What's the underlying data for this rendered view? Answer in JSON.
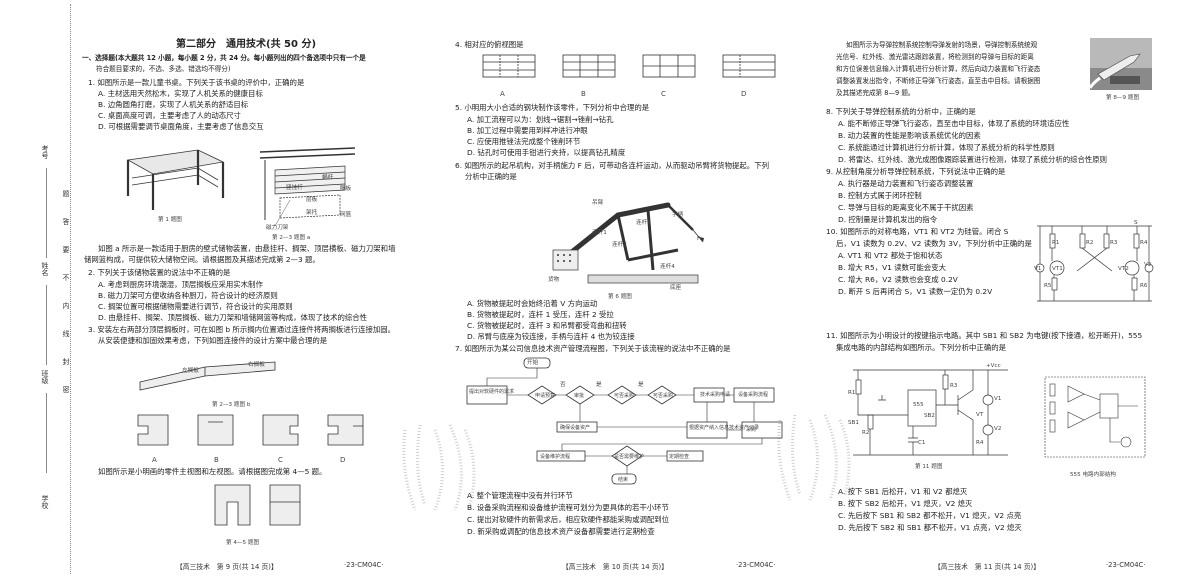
{
  "binding_margin": {
    "labels": [
      "考号",
      "姓名",
      "班级",
      "学校"
    ],
    "seal_chars": [
      "题",
      "答",
      "要",
      "不",
      "内",
      "线",
      "封",
      "密"
    ]
  },
  "col1": {
    "heading": "第二部分　通用技术(共 50 分)",
    "section": "一、选择题(本大题共 12 小题，每小题 2 分，共 24 分。每小题列出的四个备选项中只有一个是",
    "section2": "符合题目要求的，不选、多选、错选均不得分)",
    "q1": "1. 如图所示是一款儿童书桌。下列关于该书桌的评价中，正确的是",
    "q1_opts": [
      "A. 主材选用天然松木，实现了人机关系的健康目标",
      "B. 边角圆角打磨，实现了人机关系的舒适目标",
      "C. 桌面高度可调，主要考虑了人的动态尺寸",
      "D. 可根据需要调节桌面角度，主要考虑了信息交互"
    ],
    "fig1_cap": "第 1 题图",
    "fig23_cap": "第 2—3 题图 a",
    "fig23_labels": [
      "磁力刀架",
      "竖挂杆",
      "蜗杆",
      "隔板",
      "层板",
      "架托",
      "网篮"
    ],
    "intro23a": "如图 a 所示是一款适用于厨房的壁式储物装置，由悬挂杆、搁架、顶层横板、磁力刀架和墙",
    "intro23b": "储网篮构成，可提供较大储物空间。请根据图及其描述完成第 2—3 题。",
    "q2": "2. 下列关于该储物装置的说法中不正确的是",
    "q2_opts": [
      "A. 考虑到厨房环境潮湿，顶层搁板应采用实木制作",
      "B. 磁力刀架可方便收纳各种厨刀，符合设计的经济原则",
      "C. 搁架位置可根据储物需要进行调节，符合设计的实用原则",
      "D. 由悬挂杆、搁架、顶层搁板、磁力刀架和墙储网篮等构成，体现了技术的综合性"
    ],
    "q3a": "3. 安装左右两部分顶层搁板时，可在如图 b 所示搁内位置通过连接件将两搁板进行连接加固。",
    "q3b": "从安装便捷和加固效果考虑，下列如图连接件的设计方案中最合理的是",
    "fig3_labels": [
      "左搁板",
      "右搁板"
    ],
    "fig3_cap": "第 2—3 题图 b",
    "q3_letters": [
      "A",
      "B",
      "C",
      "D"
    ],
    "intro45": "如图所示是小明画的零件主视图和左视图。请根据图完成第 4—5 题。",
    "fig45_cap": "第 4—5 题图",
    "footer": "【高三技术　第 9 页(共 14 页)】",
    "code": "·23-CM04C·"
  },
  "col2": {
    "q4": "4. 相对应的俯视图是",
    "q4_letters": [
      "A",
      "B",
      "C",
      "D"
    ],
    "q5": "5. 小明用大小合适的钢块制作该零件，下列分析中合理的是",
    "q5_opts": [
      "A. 加工流程可以为：划线→锯割→锉削→钻孔",
      "B. 加工过程中需要用到样冲进行冲眼",
      "C. 应使用推锉法完成整个锉削环节",
      "D. 钻孔时可使用手钳进行夹持，以提高钻孔精度"
    ],
    "q6a": "6. 如图所示的起吊机构，对手柄施力 F 后，可带动各连杆运动，从而驱动吊臂将货物提起。下列",
    "q6b": "分析中正确的是",
    "fig6_labels": [
      "吊臂",
      "连杆1",
      "连杆2",
      "连杆3",
      "连杆4",
      "手柄",
      "货物",
      "底座",
      "F"
    ],
    "fig6_cap": "第 6 题图",
    "q6_opts": [
      "A. 货物被提起时会始终沿着 V 方向运动",
      "B. 货物被提起时，连杆 1 受压，连杆 2 受拉",
      "C. 货物被提起时，连杆 3 和吊臂都受弯曲和扭转",
      "D. 吊臂与底座为铰连接，手柄与连杆 4 也为铰连接"
    ],
    "q7": "7. 如图所示为某公司信息技术资产管理流程图，下列关于该流程的说法中不正确的是",
    "flow": {
      "start": "开始",
      "n1": "提出对软硬件的需求",
      "n2": "申请预算",
      "n3": "审批",
      "n4": "可否采购",
      "n5": "可否采购",
      "n6": "采购",
      "n7": "技术采购申请",
      "n8": "设备采购流程",
      "n9": "确保设备资产",
      "n10": "根据资产纳入信息技术资产记录",
      "n11": "设备维护流程",
      "n12": "是否需要维护",
      "n13": "定期检查",
      "end": "结束",
      "yes": "是",
      "no": "否"
    },
    "q7_opts": [
      "A. 整个管理流程中没有并行环节",
      "B. 设备采购流程和设备维护流程可划分为更具体的若干小环节",
      "C. 提出对软硬件的新需求后，相应软硬件都能采购或调配到位",
      "D. 新采购或调配的信息技术资产设备都需要进行定期检查"
    ],
    "footer": "【高三技术　第 10 页(共 14 页)】",
    "code": "·23-CM04C·"
  },
  "col3": {
    "intro": [
      "如图所示为导弹控制系统控制导弹发射的场景，导弹控制系统统观",
      "光信号、红外线、激光雷达跟踪装置，将检测到的导弹与目标的距离",
      "和方位误差信息输入计算机进行分析计算，然后向动力装置和飞行姿态",
      "调整装置发出指令，不断修正导弹飞行姿态，直至击中目标。请根据图",
      "及其描述完成第 8—9 题。"
    ],
    "fig89_cap": "第 8—9 题图",
    "q8": "8. 下列关于导弹控制系统的分析中，正确的是",
    "q8_opts": [
      "A. 能不断修正导弹飞行姿态，直至击中目标，体现了系统的环境适应性",
      "B. 动力装置的性能是影响该系统优化的因素",
      "C. 系统能通过计算机进行分析计算，体现了系统分析的科学性原则",
      "D. 将雷达、红外线、激光成图像跟踪装置进行检测，体现了系统分析的综合性原则"
    ],
    "q9": "9. 从控制角度分析导弹控制系统，下列说法中正确的是",
    "q9_opts": [
      "A. 执行器是动力装置和飞行姿态调整装置",
      "B. 控制方式属于闭环控制",
      "C. 导弹与目标的距离变化不属于干扰因素",
      "D. 控制量是计算机发出的指令"
    ],
    "q10": [
      "10. 如图所示的对称电路，VT1 和 VT2 为硅管。闭合 S",
      "后，V1 读数为 0.2V、V2 读数为 3V，下列分析中正确的是"
    ],
    "q10_opts": [
      "A. VT1 和 VT2 都处于饱和状态",
      "B. 增大 R5，V1 读数可能会变大",
      "C. 增大 R6，V2 读数也会变成 0.2V",
      "D. 断开 S 后再闭合 S，V1 读数一定仍为 0.2V"
    ],
    "fig10_labels": [
      "S",
      "R1",
      "R2",
      "R3",
      "R4",
      "R5",
      "R6",
      "VT1",
      "VT2",
      "V1",
      "V2"
    ],
    "q11": [
      "11. 如图所示为小明设计的按键指示电路。其中 SB1 和 SB2 为电键(按下接通，松开断开)，555",
      "集成电路的内部结构如图所示。下列分析中正确的是"
    ],
    "fig11_labels": [
      "+Vcc",
      "R1",
      "R2",
      "SB1",
      "SB2",
      "VT",
      "R3",
      "R4",
      "C1",
      "V1",
      "V2",
      "555"
    ],
    "fig11_cap": "第 11 题图",
    "fig555_cap": "555 电路内部结构",
    "q11_opts": [
      "A. 按下 SB1 后松开，V1 和 V2 都熄灭",
      "B. 按下 SB2 后松开，V1 熄灭，V2 熄灭",
      "C. 先后按下 SB1 和 SB2 都不松开，V1 熄灭，V2 点亮",
      "D. 先后按下 SB2 和 SB1 都不松开，V1 点亮，V2 熄灭"
    ],
    "footer": "【高三技术　第 11 页(共 14 页)】",
    "code": "·23-CM04C·"
  }
}
